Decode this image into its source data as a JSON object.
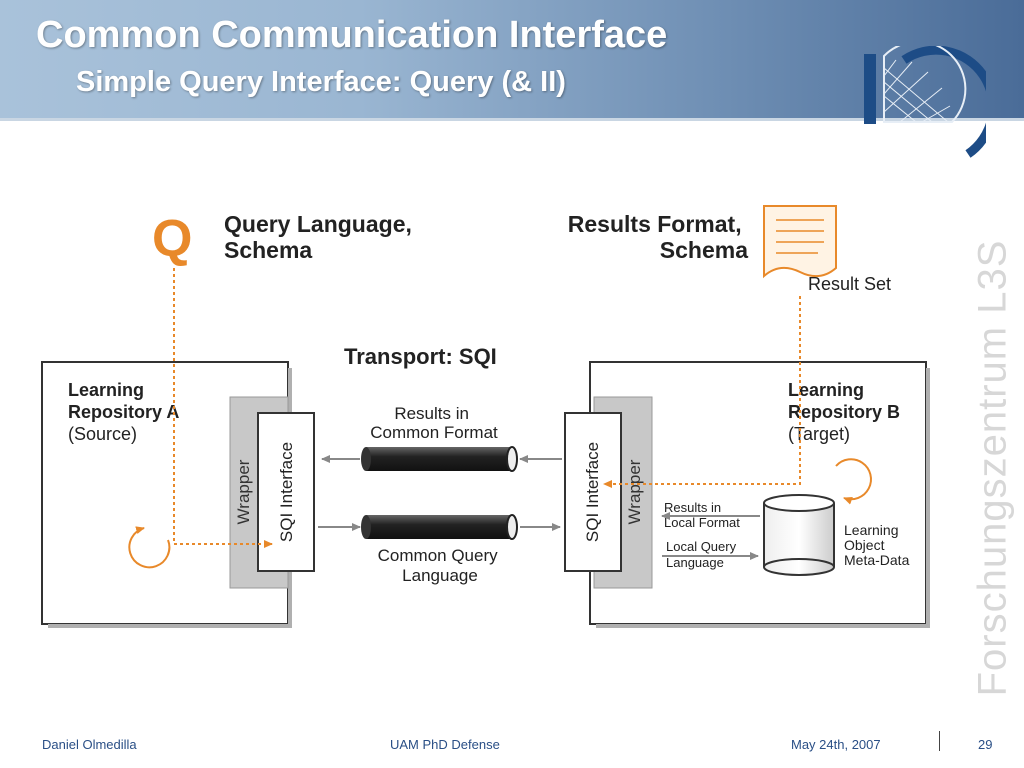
{
  "slide": {
    "title": "Common Communication Interface",
    "subtitle": "Simple Query Interface: Query (& II)",
    "side_watermark": "Forschungszentrum L3S"
  },
  "diagram": {
    "query_letter": "Q",
    "query_language_line1": "Query Language,",
    "query_language_line2": "Schema",
    "results_format_line1": "Results Format,",
    "results_format_line2": "Schema",
    "result_set": "Result Set",
    "transport": "Transport: SQI",
    "repo_a_line1": "Learning",
    "repo_a_line2": "Repository A",
    "repo_a_line3": "(Source)",
    "repo_b_line1": "Learning",
    "repo_b_line2": "Repository B",
    "repo_b_line3": "(Target)",
    "wrapper_label": "Wrapper",
    "sqi_interface_label": "SQI Interface",
    "results_common_line1": "Results in",
    "results_common_line2": "Common Format",
    "common_query_line1": "Common Query",
    "common_query_line2": "Language",
    "results_local_line1": "Results in",
    "results_local_line2": "Local Format",
    "local_query_line1": "Local Query",
    "local_query_line2": "Language",
    "metadata_line1": "Learning",
    "metadata_line2": "Object",
    "metadata_line3": "Meta-Data"
  },
  "footer": {
    "author": "Daniel Olmedilla",
    "event": "UAM PhD Defense",
    "date": "May 24th, 2007",
    "page": "29"
  },
  "colors": {
    "accent_orange": "#e8892a",
    "wrapper_gray": "#c8c8c8",
    "footer_blue": "#2a4f86"
  }
}
